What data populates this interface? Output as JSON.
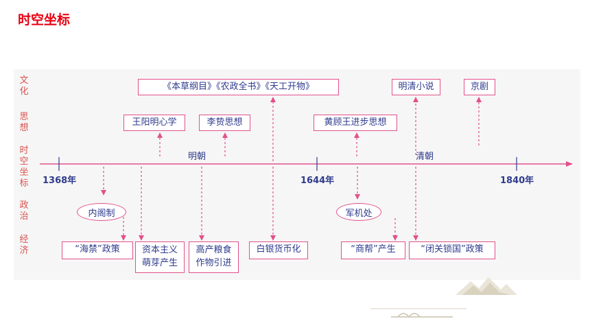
{
  "header": {
    "title": "时空坐标"
  },
  "row_labels": {
    "culture": "文化",
    "thought": "思想",
    "timeline": "时空坐标",
    "politics": "政治",
    "economy": "经济"
  },
  "periods": {
    "ming": "明朝",
    "qing": "清朝"
  },
  "years": {
    "y1368": "1368年",
    "y1644": "1644年",
    "y1840": "1840年"
  },
  "culture": {
    "books": "《本草纲目》《农政全书》《天工开物》",
    "novels": "明清小说",
    "opera": "京剧"
  },
  "thought": {
    "wang": "王阳明心学",
    "li": "李贽思想",
    "huang": "黄顾王进步思想"
  },
  "politics": {
    "neige": "内阁制",
    "junji": "军机处"
  },
  "economy": {
    "haijin": "“海禁”政策",
    "zibenzhuyi": "资本主义萌芽产生",
    "gaochan": "高产粮食作物引进",
    "baiyin": "白银货币化",
    "shangbang": "“商帮”产生",
    "biguan": "“闭关锁国”政策"
  },
  "colors": {
    "accent": "#e60012",
    "box_border": "#e2508a",
    "text": "#2f3b8c",
    "axis": "#e2508a"
  }
}
